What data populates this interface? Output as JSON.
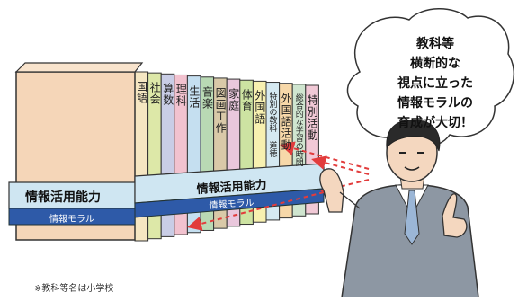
{
  "diagram": {
    "subjects": [
      {
        "label": "国語",
        "color": "#f5e6c2"
      },
      {
        "label": "社会",
        "color": "#dde8a8"
      },
      {
        "label": "算数",
        "color": "#c9cde6"
      },
      {
        "label": "理科",
        "color": "#f2c2cf"
      },
      {
        "label": "生活",
        "color": "#c5dff0"
      },
      {
        "label": "音楽",
        "color": "#b9d9b4"
      },
      {
        "label": "図画工作",
        "color": "#d9c9a8"
      },
      {
        "label": "家庭",
        "color": "#e9c7dc"
      },
      {
        "label": "体育",
        "color": "#cde3a2"
      },
      {
        "label": "外国語",
        "color": "#f7f0b0"
      },
      {
        "label": "特別の教科 道徳",
        "color": "#d5e9f1"
      },
      {
        "label": "外国語活動",
        "color": "#f7d8a9"
      },
      {
        "label": "総合的な学習の時間",
        "color": "#cfe5cf"
      },
      {
        "label": "特別活動",
        "color": "#f1c9d6"
      }
    ],
    "band_label": "情報活用能力",
    "moral_label": "情報モラル",
    "speech_bubble": [
      "教科等",
      "横断的な",
      "視点に立った",
      "情報モラルの",
      "育成が大切！"
    ],
    "footnote": "※教科等名は小学校",
    "colors": {
      "band_fill": "#cfe6f2",
      "moral_fill": "#2e5aa8",
      "big_book": "#f5d6b8",
      "arrow": "#e23c3c"
    }
  }
}
